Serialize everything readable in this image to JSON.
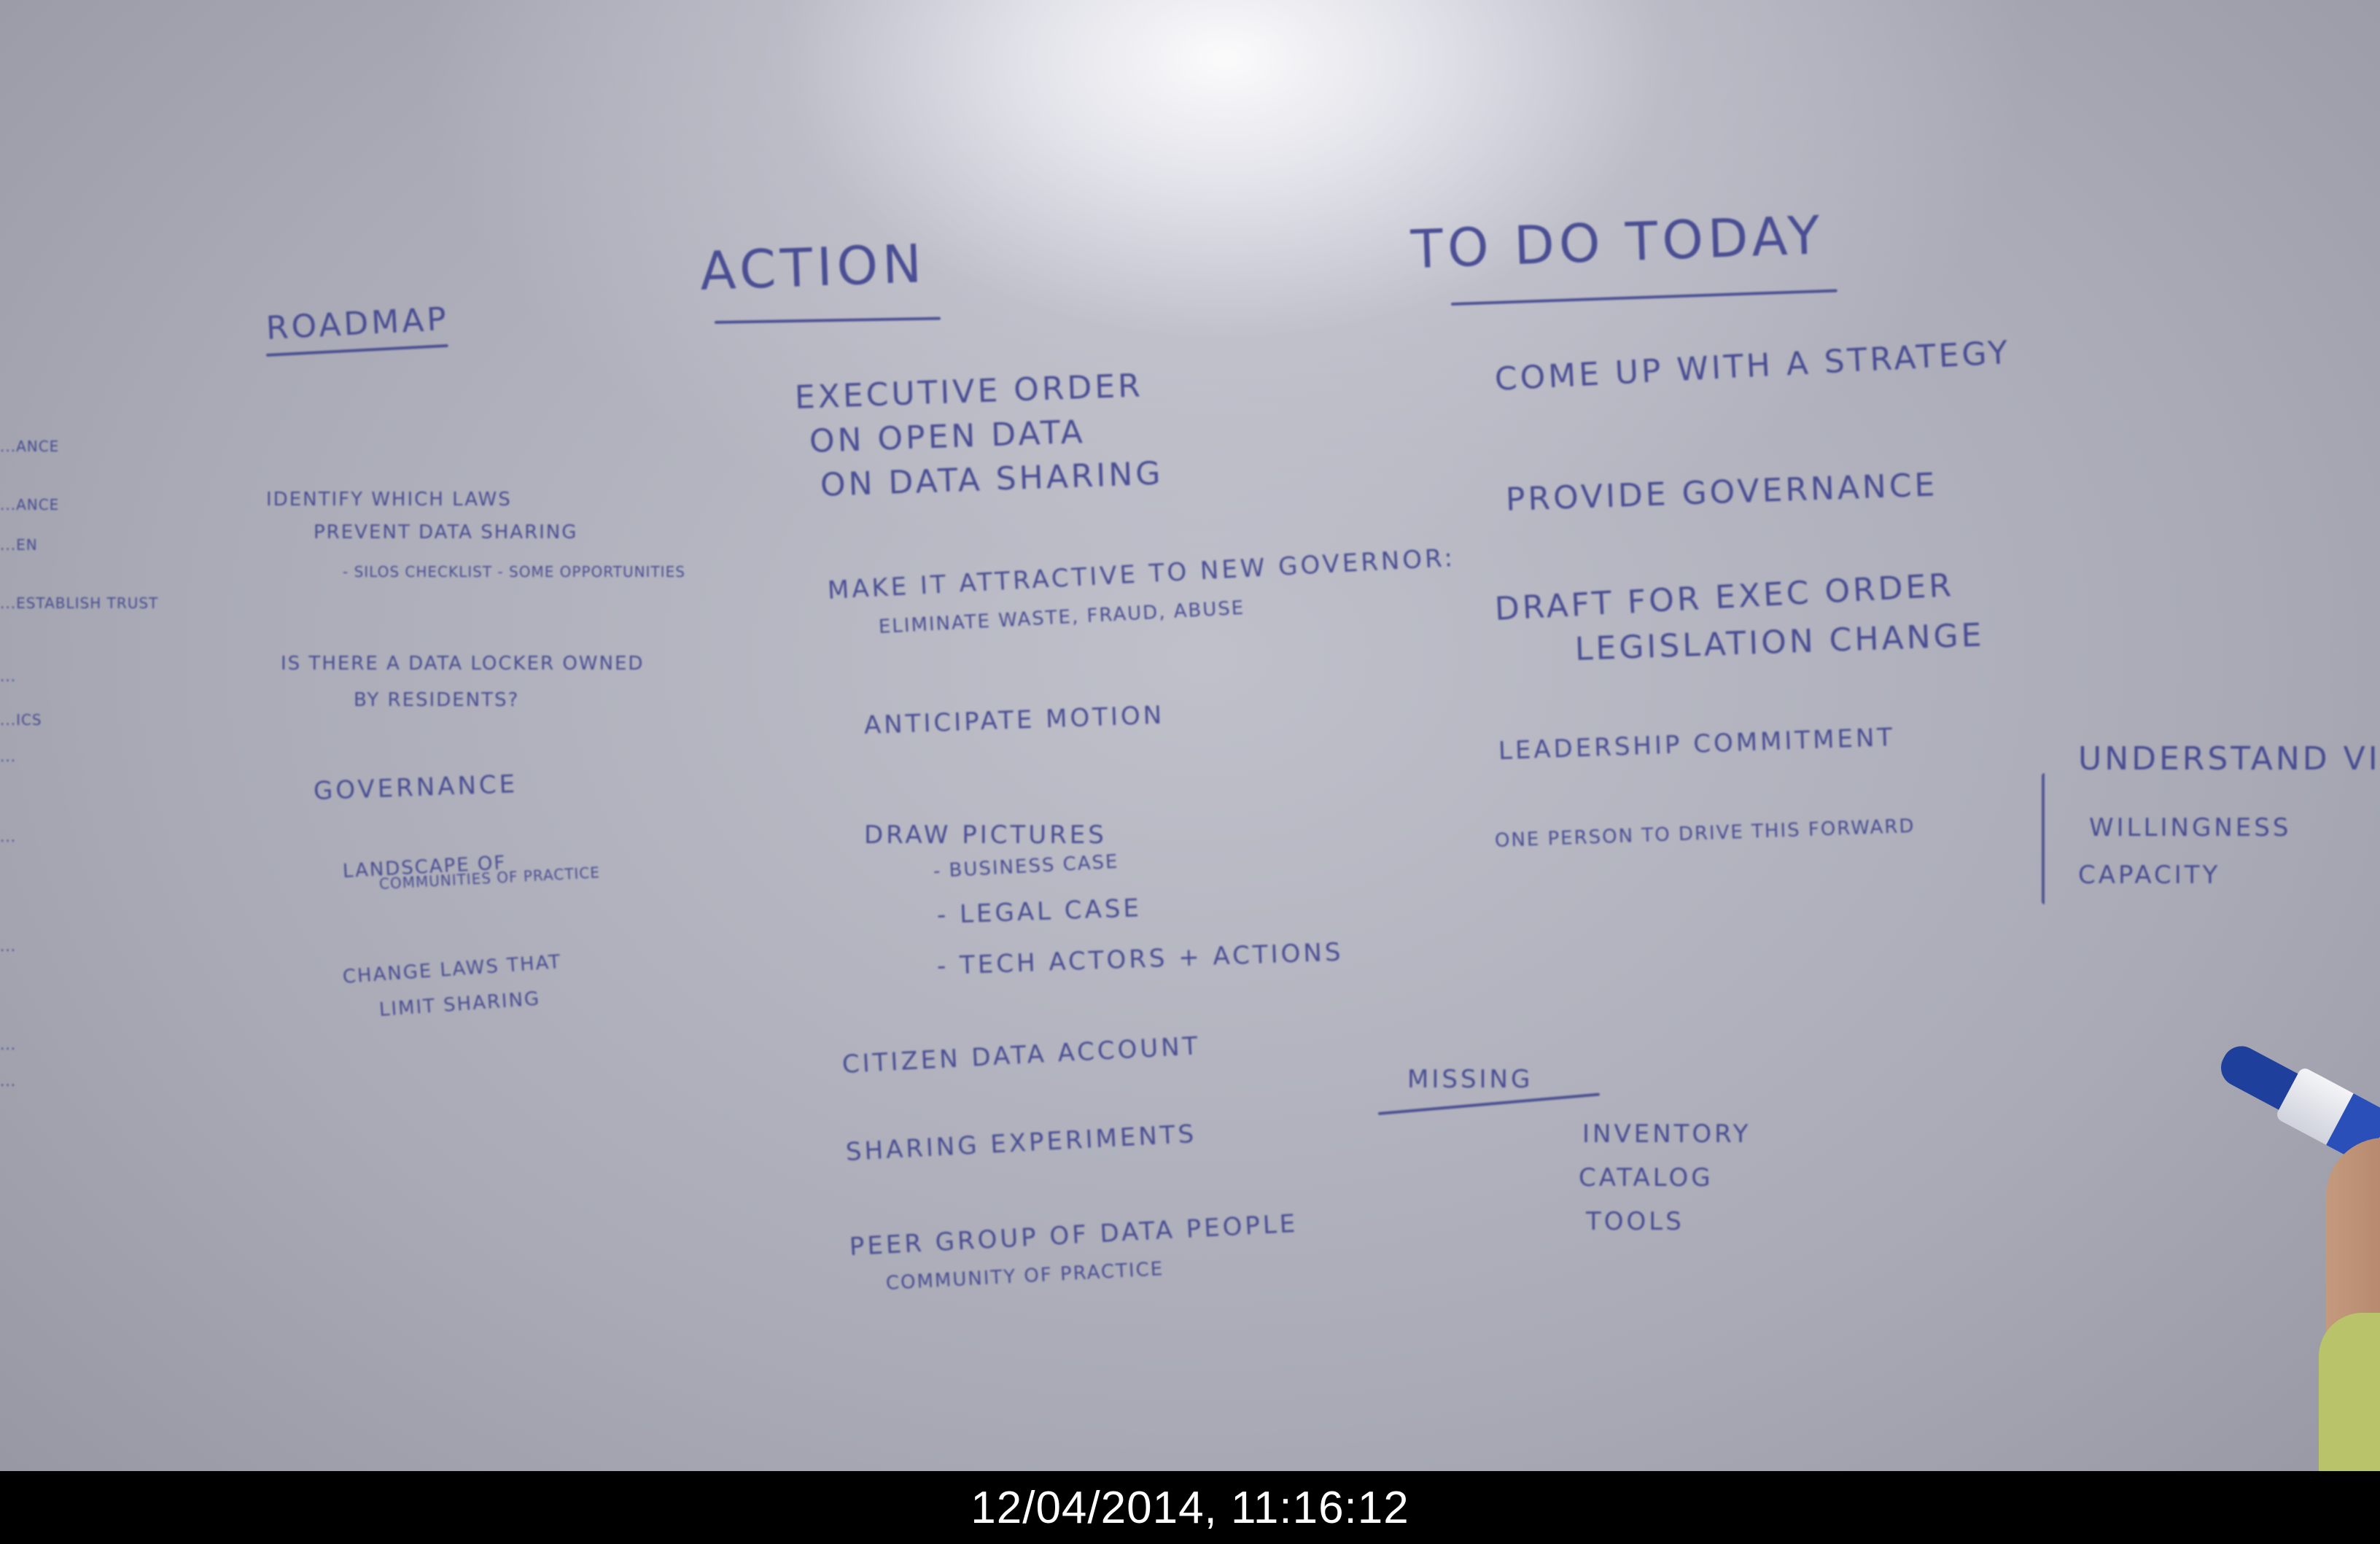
{
  "headings": {
    "roadmap": "Roadmap",
    "action": "Action",
    "todo": "To do today"
  },
  "left_edge": [
    "...ance",
    "...ance",
    "...en",
    "...establish trust",
    "...",
    "...ics",
    "...",
    "...",
    "...",
    "...",
    "..."
  ],
  "roadmap": [
    "Identify which laws",
    "prevent data sharing",
    "- Silos checklist - Some opportunities",
    "Is there a data locker owned",
    "by residents?",
    "Governance",
    "Landscape of",
    "communities of practice",
    "Change laws that",
    "limit sharing"
  ],
  "action": [
    "Executive order",
    "on open data",
    "on data sharing",
    "Make it attractive to new governor:",
    "eliminate waste, fraud, abuse",
    "Anticipate motion",
    "Draw pictures",
    "- Business case",
    "- Legal case",
    "- Tech actors + actions",
    "Citizen data account",
    "Sharing experiments",
    "Peer group of data people",
    "Community of practice"
  ],
  "todo": [
    "Come up with a strategy",
    "Provide governance",
    "Draft for exec order",
    "legislation change",
    "Leadership commitment",
    "One person to drive this forward"
  ],
  "todo_branches": [
    "Understand vis...",
    "Willingness",
    "Capacity"
  ],
  "missing": {
    "heading": "Missing",
    "items": [
      "Inventory",
      "Catalog",
      "Tools"
    ]
  },
  "timestamp": "12/04/2014, 11:16:12",
  "colors": {
    "ink": "#3b3f8c",
    "wall": "#bfc0ca",
    "bar": "#000000",
    "timestamp": "#ffffff"
  }
}
